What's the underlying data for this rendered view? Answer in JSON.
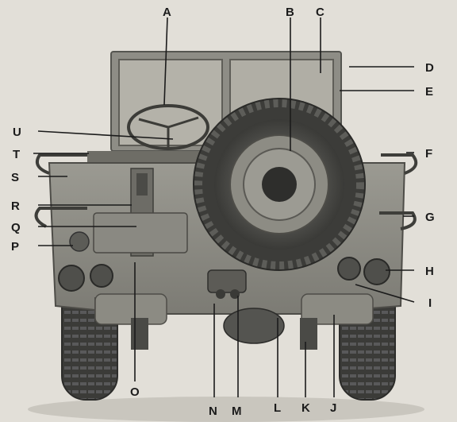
{
  "callouts": [
    {
      "id": "A",
      "text": "A"
    },
    {
      "id": "B",
      "text": "B"
    },
    {
      "id": "C",
      "text": "C"
    },
    {
      "id": "D",
      "text": "D"
    },
    {
      "id": "E",
      "text": "E"
    },
    {
      "id": "F",
      "text": "F"
    },
    {
      "id": "G",
      "text": "G"
    },
    {
      "id": "H",
      "text": "H"
    },
    {
      "id": "I",
      "text": "I"
    },
    {
      "id": "J",
      "text": "J"
    },
    {
      "id": "K",
      "text": "K"
    },
    {
      "id": "L",
      "text": "L"
    },
    {
      "id": "M",
      "text": "M"
    },
    {
      "id": "N",
      "text": "N"
    },
    {
      "id": "O",
      "text": "O"
    },
    {
      "id": "P",
      "text": "P"
    },
    {
      "id": "Q",
      "text": "Q"
    },
    {
      "id": "R",
      "text": "R"
    },
    {
      "id": "S",
      "text": "S"
    },
    {
      "id": "T",
      "text": "T"
    },
    {
      "id": "U",
      "text": "U"
    }
  ]
}
